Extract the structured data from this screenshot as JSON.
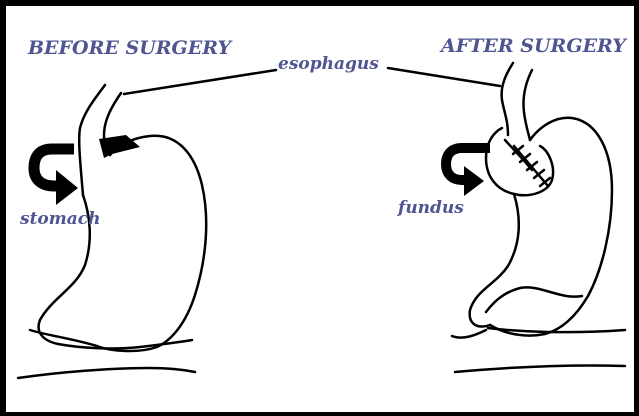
{
  "labels": {
    "before": "BEFORE SURGERY",
    "after": "AFTER SURGERY",
    "esophagus": "esophagus",
    "stomach": "stomach",
    "fundus": "fundus"
  },
  "colors": {
    "label_text": "#4f5590",
    "line": "#000000",
    "background": "#ffffff"
  }
}
